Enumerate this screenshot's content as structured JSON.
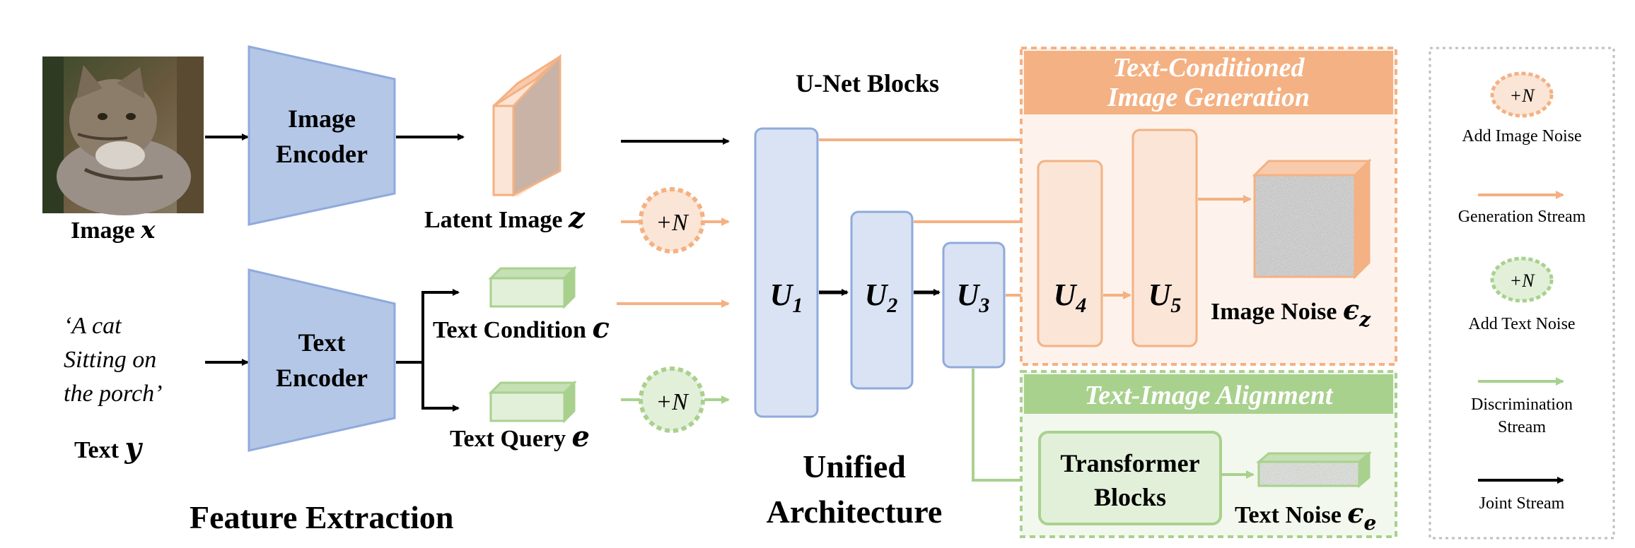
{
  "feature_extraction": {
    "image_label": "Image",
    "image_var": "x",
    "image_encoder": [
      "Image",
      "Encoder"
    ],
    "text_encoder": [
      "Text",
      "Encoder"
    ],
    "text_prompt": [
      "‘A cat",
      "Sitting on",
      "the porch’"
    ],
    "text_label": "Text",
    "text_var": "y",
    "latent_label": "Latent Image",
    "latent_var": "z",
    "condition_label": "Text Condition",
    "condition_var": "c",
    "query_label": "Text Query",
    "query_var": "e",
    "noise_symbol": "+N",
    "section_title": "Feature Extraction"
  },
  "unified": {
    "unet_title": "U-Net Blocks",
    "blocks": [
      "U1",
      "U2",
      "U3",
      "U4",
      "U5"
    ],
    "block_letter": "U",
    "block_subscripts": [
      "1",
      "2",
      "3",
      "4",
      "5"
    ],
    "section_title": [
      "Unified",
      "Architecture"
    ]
  },
  "generation": {
    "panel_title": [
      "Text-Conditioned",
      "Image Generation"
    ],
    "output_label": "Image Noise",
    "output_symbol": "ϵ",
    "output_sub": "z"
  },
  "alignment": {
    "panel_title": "Text-Image Alignment",
    "transformer": [
      "Transformer",
      "Blocks"
    ],
    "output_label": "Text Noise",
    "output_symbol": "ϵ",
    "output_sub": "e"
  },
  "legend": {
    "add_image_noise": "Add Image Noise",
    "generation_stream": "Generation Stream",
    "add_text_noise": "Add Text Noise",
    "discrimination_stream": [
      "Discrimination",
      "Stream"
    ],
    "joint_stream": "Joint Stream",
    "noise_symbol": "+N"
  },
  "colors": {
    "encoder_fill": "#b4c7e7",
    "encoder_stroke": "#8faadc",
    "unet_fill": "#dae3f3",
    "unet_stroke": "#8faadc",
    "orange": "#f4b183",
    "orange_fill": "#fbe5d6",
    "orange_header": "#f4b183",
    "green": "#a9d18e",
    "green_fill": "#e2f0d9",
    "green_header": "#a9d18e",
    "black": "#000000"
  }
}
